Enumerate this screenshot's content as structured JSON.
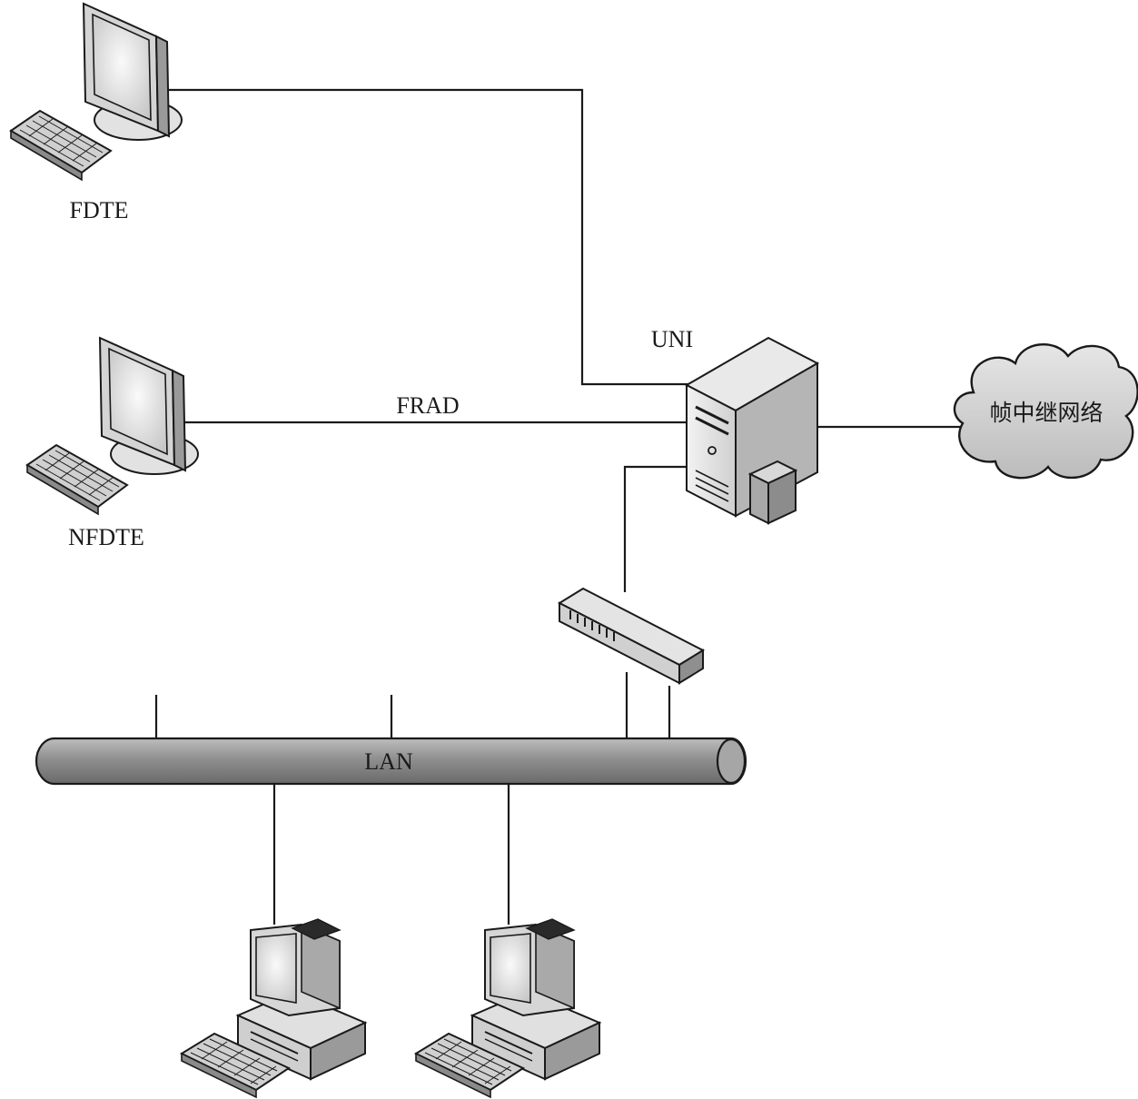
{
  "labels": {
    "fdte": "FDTE",
    "nfdte": "NFDTE",
    "frad": "FRAD",
    "uni": "UNI",
    "lan": "LAN",
    "cloud": "帧中继网络"
  },
  "colors": {
    "line": "#1a1a1a",
    "bus": "#8f8f8f",
    "device_fill": "#d9d9d9",
    "screen": "#e8e8e8"
  },
  "icons": {
    "fdte": "monitor-keyboard-icon",
    "nfdte": "monitor-keyboard-icon",
    "frad": "server-tower-icon",
    "hub": "network-hub-icon",
    "cloud": "cloud-icon",
    "lan_pc": "desktop-computer-icon"
  }
}
